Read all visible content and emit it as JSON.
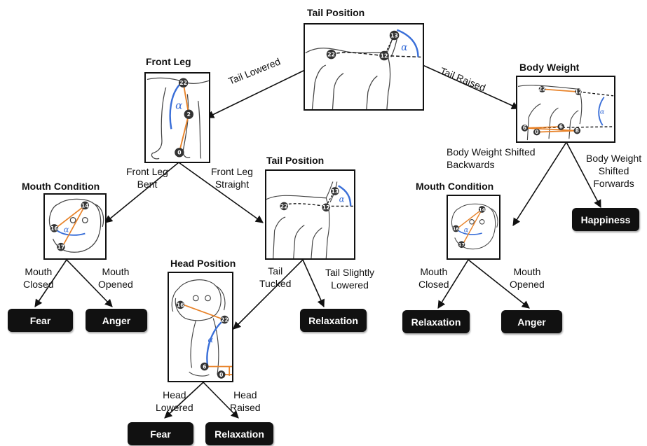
{
  "nodes": {
    "root": {
      "title": "Tail Position",
      "image": "dog-tail-diagram"
    },
    "front_leg": {
      "title": "Front Leg",
      "image": "dog-front-leg-diagram"
    },
    "body_weight": {
      "title": "Body Weight",
      "image": "dog-body-weight-diagram"
    },
    "mouth_left": {
      "title": "Mouth Condition",
      "image": "dog-mouth-diagram"
    },
    "tail_mid": {
      "title": "Tail Position",
      "image": "dog-tail-diagram"
    },
    "head_pos": {
      "title": "Head Position",
      "image": "dog-head-diagram"
    },
    "mouth_right": {
      "title": "Mouth Condition",
      "image": "dog-mouth-diagram"
    }
  },
  "edges": {
    "tail_lowered": "Tail Lowered",
    "tail_raised": "Tail Raised",
    "front_leg_bent": [
      "Front Leg",
      "Bent"
    ],
    "front_leg_straight": [
      "Front Leg",
      "Straight"
    ],
    "bw_backwards": [
      "Body Weight Shifted",
      "Backwards"
    ],
    "bw_forwards": [
      "Body Weight",
      "Shifted",
      "Forwards"
    ],
    "mouth_closed_l": [
      "Mouth",
      "Closed"
    ],
    "mouth_opened_l": [
      "Mouth",
      "Opened"
    ],
    "tail_tucked": [
      "Tail",
      "Tucked"
    ],
    "tail_slightly_lowered": [
      "Tail Slightly",
      "Lowered"
    ],
    "mouth_closed_r": [
      "Mouth",
      "Closed"
    ],
    "mouth_opened_r": [
      "Mouth",
      "Opened"
    ],
    "head_lowered": [
      "Head",
      "Lowered"
    ],
    "head_raised": [
      "Head",
      "Raised"
    ]
  },
  "leaves": {
    "fear_1": "Fear",
    "anger_1": "Anger",
    "relaxation_1": "Relaxation",
    "happiness": "Happiness",
    "relaxation_2": "Relaxation",
    "anger_2": "Anger",
    "fear_2": "Fear",
    "relaxation_3": "Relaxation"
  },
  "keypoints": {
    "root": [
      "22",
      "12",
      "13"
    ],
    "front_leg": [
      "22",
      "2",
      "0"
    ],
    "body_weight": [
      "22",
      "12",
      "6",
      "6",
      "0",
      "8"
    ],
    "mouth": [
      "14",
      "16",
      "17"
    ],
    "tail_mid": [
      "22",
      "12",
      "13"
    ],
    "head": [
      "16",
      "22",
      "6",
      "0"
    ]
  },
  "angle_symbol": "α",
  "colors": {
    "accent_orange": "#e8832a",
    "accent_blue": "#3a6fd8",
    "leaf_bg": "#111111"
  }
}
